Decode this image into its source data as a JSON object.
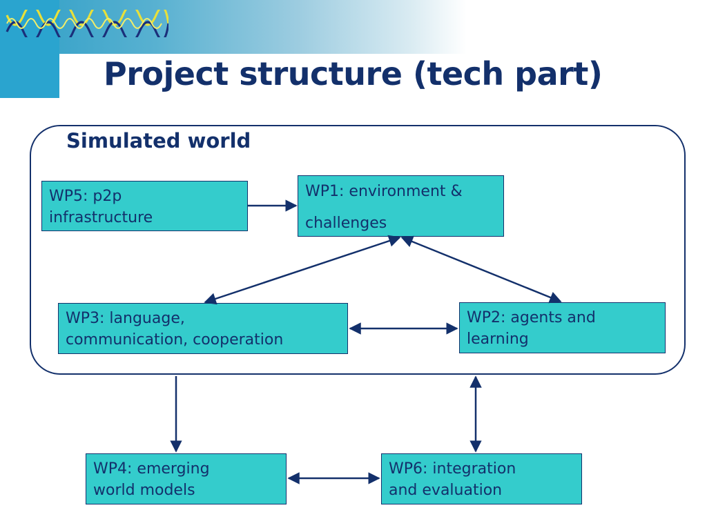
{
  "slide": {
    "title": "Project structure (tech part)",
    "container_label": "Simulated world"
  },
  "colors": {
    "accent": "#13306b",
    "box_fill": "#34cccc",
    "header_blue": "#2aa4cf"
  },
  "nodes": {
    "wp5": [
      "WP5: p2p",
      "infrastructure"
    ],
    "wp1": [
      "WP1: environment &",
      "challenges"
    ],
    "wp3": [
      "WP3: language,",
      "communication, cooperation"
    ],
    "wp2": [
      "WP2: agents and",
      "learning"
    ],
    "wp4": [
      "WP4: emerging",
      "world models"
    ],
    "wp6": [
      "WP6: integration",
      "and evaluation"
    ]
  },
  "edges": [
    {
      "from": "WP5",
      "to": "WP1",
      "direction": "forward"
    },
    {
      "from": "WP1",
      "to": "WP3",
      "direction": "both"
    },
    {
      "from": "WP1",
      "to": "WP2",
      "direction": "both"
    },
    {
      "from": "WP3",
      "to": "WP2",
      "direction": "both"
    },
    {
      "from": "Simulated world",
      "to": "WP4",
      "direction": "forward"
    },
    {
      "from": "Simulated world",
      "to": "WP6",
      "direction": "both"
    },
    {
      "from": "WP4",
      "to": "WP6",
      "direction": "both"
    }
  ]
}
